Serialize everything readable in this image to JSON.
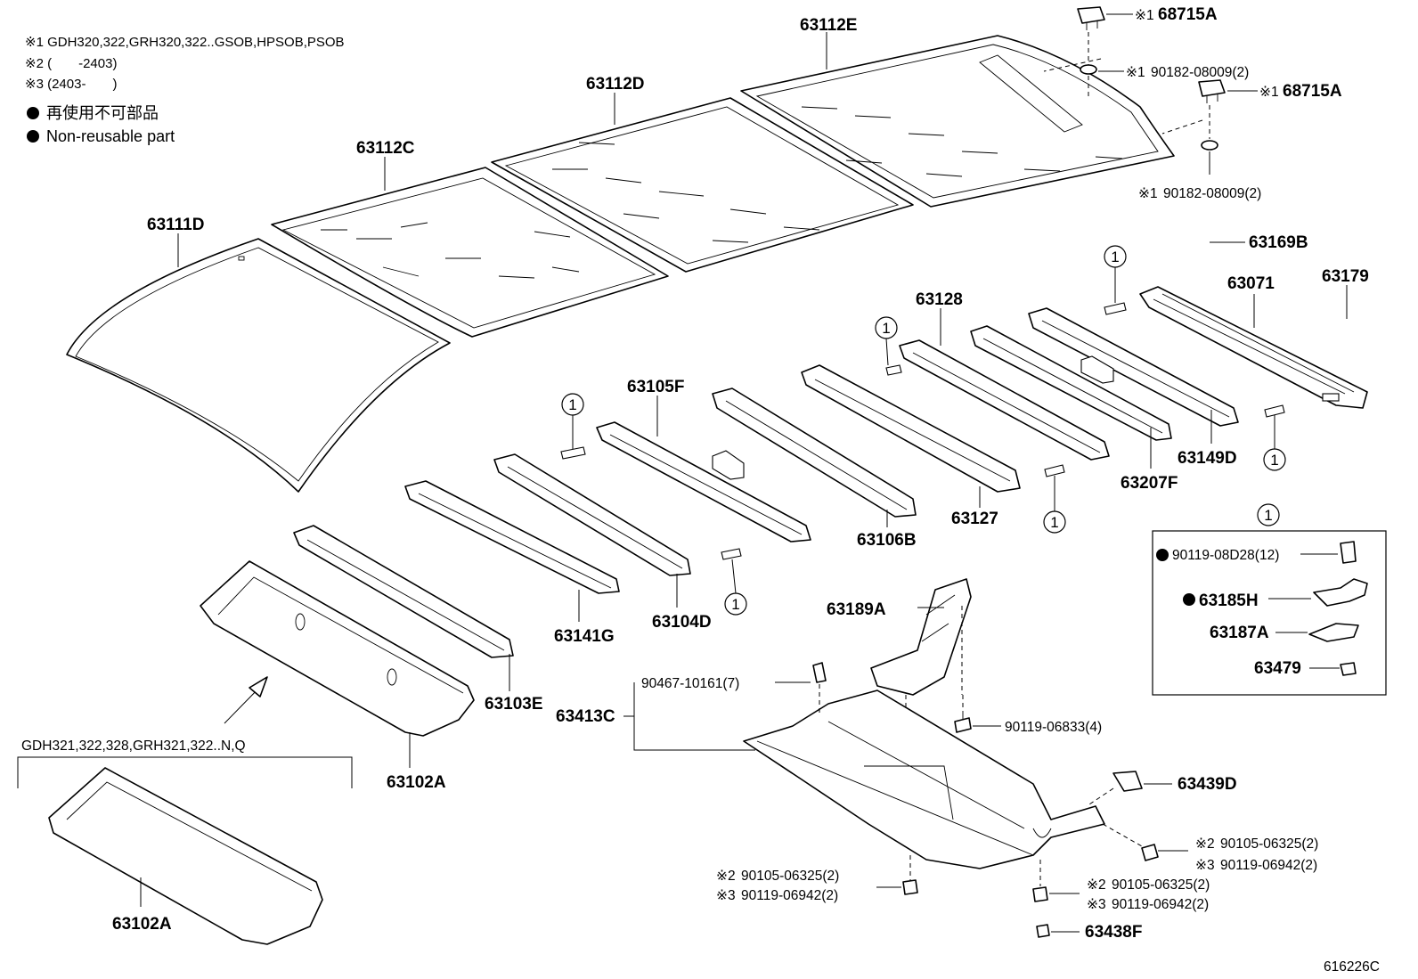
{
  "notes": {
    "line1": "※1 GDH320,322,GRH320,322..GSOB,HPSOB,PSOB",
    "line2": "※2 (　　-2403)",
    "line3": "※3 (2403-　　)"
  },
  "legend": {
    "jp": "再使用不可部品",
    "en": "Non-reusable part"
  },
  "variant_label": "GDH321,322,328,GRH321,322..N,Q",
  "diagram_id": "616226C",
  "circle_ref": "1",
  "parts": {
    "p63112E": "63112E",
    "p63112D": "63112D",
    "p63112C": "63112C",
    "p63111D": "63111D",
    "p68715A_1": "68715A",
    "p90182_1": "90182-08009(2)",
    "p68715A_2": "68715A",
    "p90182_2": "90182-08009(2)",
    "p63169B": "63169B",
    "p63071": "63071",
    "p63179": "63179",
    "p63128": "63128",
    "p63149D": "63149D",
    "p63207F": "63207F",
    "p63127": "63127",
    "p63106B": "63106B",
    "p63105F": "63105F",
    "p63104D": "63104D",
    "p63141G": "63141G",
    "p63103E": "63103E",
    "p63102A": "63102A",
    "p63102A_2": "63102A",
    "p63189A": "63189A",
    "p90467": "90467-10161(7)",
    "p63413C": "63413C",
    "p90119_06833": "90119-06833(4)",
    "p63439D": "63439D",
    "p90105_a": "90105-06325(2)",
    "p90119_a": "90119-06942(2)",
    "p90105_b": "90105-06325(2)",
    "p90119_b": "90119-06942(2)",
    "p90105_c": "90105-06325(2)",
    "p90119_c": "90119-06942(2)",
    "p63438F": "63438F",
    "p90119_08D28": "90119-08D28(12)",
    "p63185H": "63185H",
    "p63187A": "63187A",
    "p63479": "63479"
  },
  "marks": {
    "m1": "※1",
    "m2": "※2",
    "m3": "※3"
  }
}
